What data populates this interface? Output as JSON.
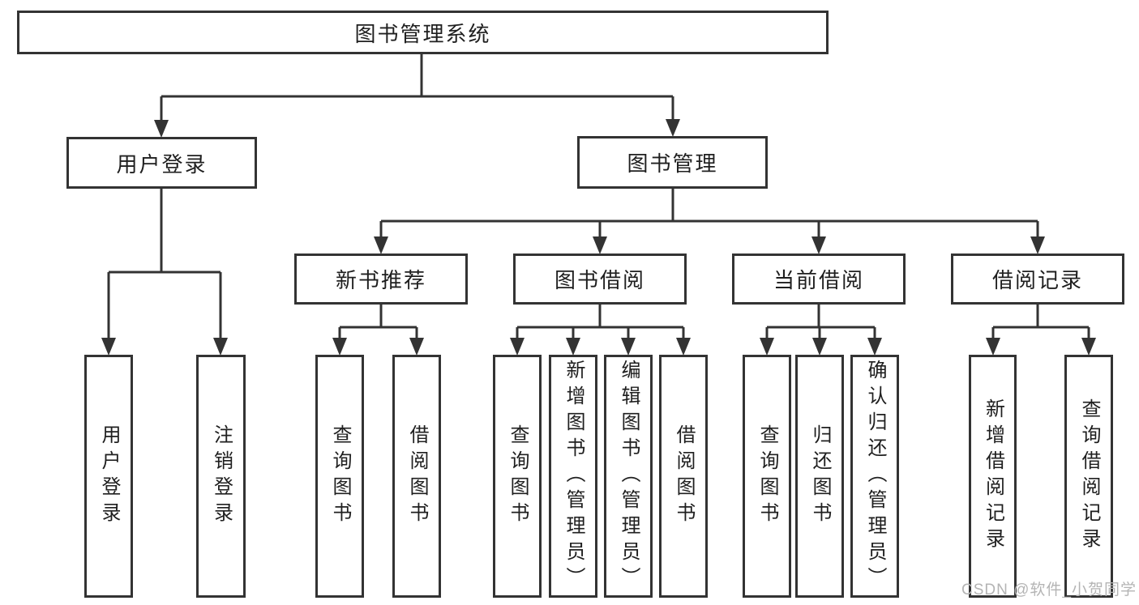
{
  "diagram": {
    "root": {
      "label": "图书管理系统"
    },
    "level2": [
      {
        "label": "用户登录",
        "children": [
          {
            "label": "用户登录"
          },
          {
            "label": "注销登录"
          }
        ]
      },
      {
        "label": "图书管理",
        "children": [
          {
            "label": "新书推荐",
            "children": [
              {
                "label": "查询图书"
              },
              {
                "label": "借阅图书"
              }
            ]
          },
          {
            "label": "图书借阅",
            "children": [
              {
                "label": "查询图书"
              },
              {
                "label": "新增图书（管理员）"
              },
              {
                "label": "编辑图书（管理员）"
              },
              {
                "label": "借阅图书"
              }
            ]
          },
          {
            "label": "当前借阅",
            "children": [
              {
                "label": "查询图书"
              },
              {
                "label": "归还图书"
              },
              {
                "label": "确认归还（管理员）"
              }
            ]
          },
          {
            "label": "借阅记录",
            "children": [
              {
                "label": "新增借阅记录"
              },
              {
                "label": "查询借阅记录"
              }
            ]
          }
        ]
      }
    ],
    "watermark": "CSDN @软件_小贺同学",
    "colors": {
      "line": "#333333",
      "text": "#1f1f1f",
      "watermark": "#b4b4b4",
      "background": "#ffffff"
    }
  }
}
